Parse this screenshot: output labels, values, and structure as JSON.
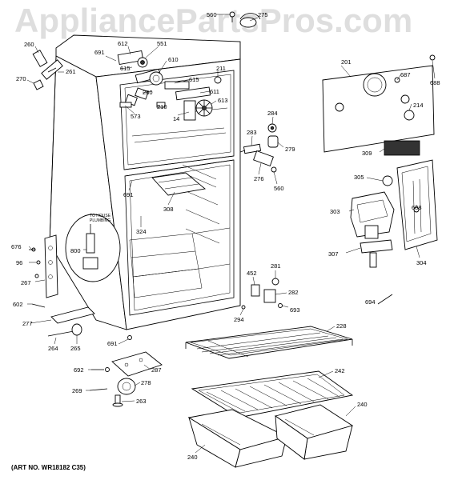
{
  "watermark": "AppliancePartsPros.com",
  "caption": "(ART NO. WR18182 C35)",
  "plumbing_note_line1": "TO HOUSE",
  "plumbing_note_line2": "PLUMBING",
  "labels": {
    "p560a": "560",
    "p275": "275",
    "p612": "612",
    "p551": "551",
    "p691a": "691",
    "p260": "260",
    "p610": "610",
    "p615a": "615",
    "p201": "201",
    "p261": "261",
    "p270": "270",
    "p615b": "615",
    "p211": "211",
    "p687": "687",
    "p688a": "688",
    "p280": "280",
    "p611": "611",
    "p214": "214",
    "p210": "210",
    "p613": "613",
    "p573": "573",
    "p14": "14",
    "p284": "284",
    "p283": "283",
    "p279": "279",
    "p309": "309",
    "p276": "276",
    "p560b": "560",
    "p691b": "691",
    "p305": "305",
    "p308": "308",
    "p303": "303",
    "p688b": "688",
    "p324": "324",
    "p676": "676",
    "p800": "800",
    "p96": "96",
    "p307": "307",
    "p304": "304",
    "p267": "267",
    "p452": "452",
    "p281": "281",
    "p282": "282",
    "p602": "602",
    "p693": "693",
    "p694": "694",
    "p277": "277",
    "p294": "294",
    "p228": "228",
    "p264": "264",
    "p265": "265",
    "p691c": "691",
    "p692": "692",
    "p287": "287",
    "p242": "242",
    "p278": "278",
    "p269": "269",
    "p263": "263",
    "p240a": "240",
    "p240b": "240"
  }
}
